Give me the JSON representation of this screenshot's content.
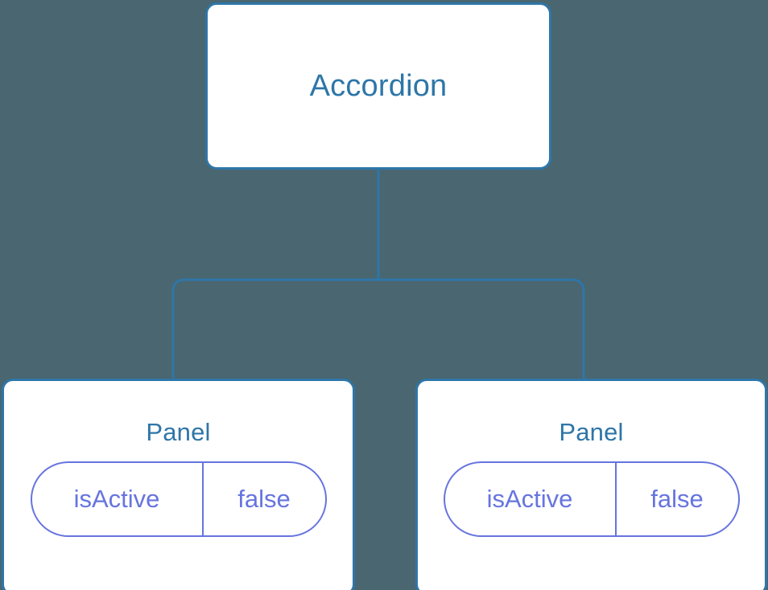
{
  "diagram": {
    "background_color": "#4a6670",
    "node_border_color": "#2e76a8",
    "node_text_color": "#2e76a8",
    "prop_color": "#6674df",
    "connector_color": "#2e76a8",
    "root": {
      "label": "Accordion"
    },
    "children": [
      {
        "label": "Panel",
        "prop": {
          "key": "isActive",
          "value": "false"
        }
      },
      {
        "label": "Panel",
        "prop": {
          "key": "isActive",
          "value": "false"
        }
      }
    ]
  }
}
